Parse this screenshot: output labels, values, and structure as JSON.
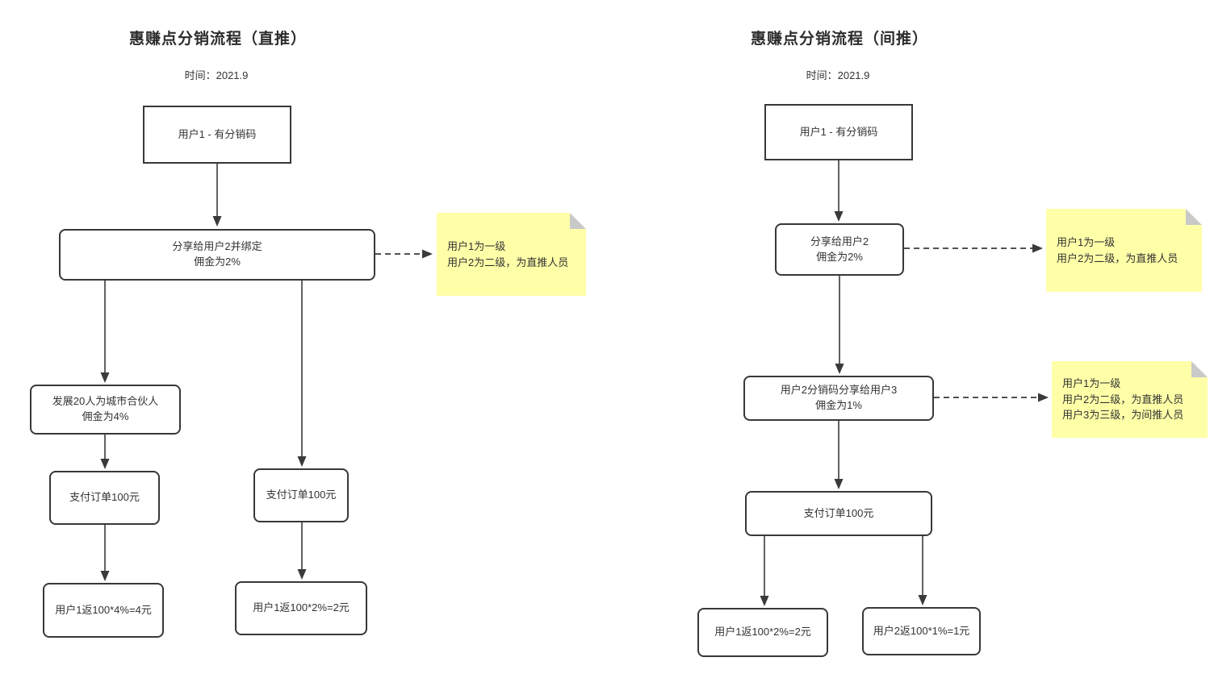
{
  "left_flow": {
    "title": "惠赚点分销流程（直推）",
    "subtitle": "时间：2021.9",
    "node_user1": "用户1 - 有分销码",
    "node_share": "分享给用户2并绑定\n佣金为2%",
    "node_partner": "发展20人为城市合伙人\n佣金为4%",
    "node_pay_left": "支付订单100元",
    "node_pay_right": "支付订单100元",
    "node_return_4pct": "用户1返100*4%=4元",
    "node_return_2pct": "用户1返100*2%=2元",
    "note1": "用户1为一级\n用户2为二级，为直推人员"
  },
  "right_flow": {
    "title": "惠赚点分销流程（间推）",
    "subtitle": "时间：2021.9",
    "node_user1": "用户1 - 有分销码",
    "node_share_user2": "分享给用户2\n佣金为2%",
    "node_share_user3": "用户2分销码分享给用户3\n佣金为1%",
    "node_pay": "支付订单100元",
    "node_return_user1": "用户1返100*2%=2元",
    "node_return_user2": "用户2返100*1%=1元",
    "note1": "用户1为一级\n用户2为二级，为直推人员",
    "note2": "用户1为一级\n用户2为二级，为直推人员\n用户3为三级，为间推人员"
  },
  "colors": {
    "node_border": "#383838",
    "node_fill": "#ffffff",
    "note_fill": "#ffffa8",
    "note_fold": "#c9c9c9",
    "arrow": "#3a3a3a"
  }
}
